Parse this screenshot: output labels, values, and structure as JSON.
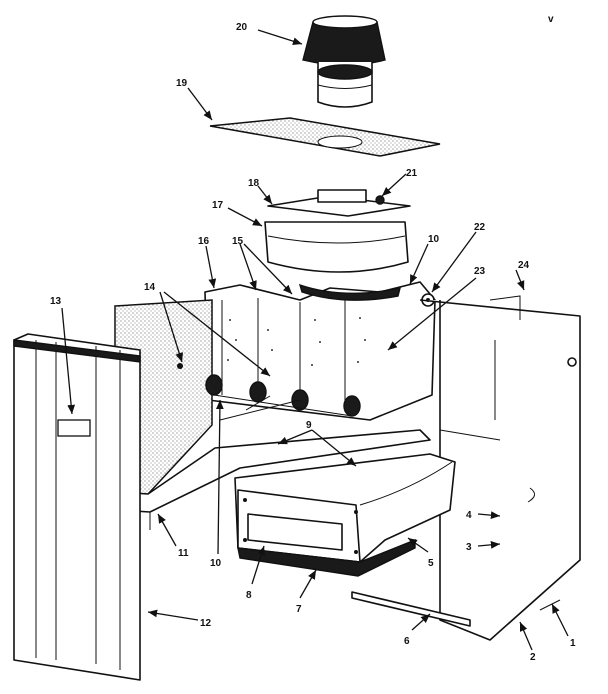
{
  "diagram": {
    "callouts": {
      "c1": "1",
      "c2": "2",
      "c3": "3",
      "c4": "4",
      "c5": "5",
      "c6": "6",
      "c7": "7",
      "c8": "8",
      "c9": "9",
      "c10a": "10",
      "c10b": "10",
      "c11": "11",
      "c12": "12",
      "c13": "13",
      "c14": "14",
      "c15": "15",
      "c16": "16",
      "c17": "17",
      "c18": "18",
      "c19": "19",
      "c20": "20",
      "c21": "21",
      "c22": "22",
      "c23": "23",
      "c24": "24"
    },
    "corner_mark": "v"
  }
}
